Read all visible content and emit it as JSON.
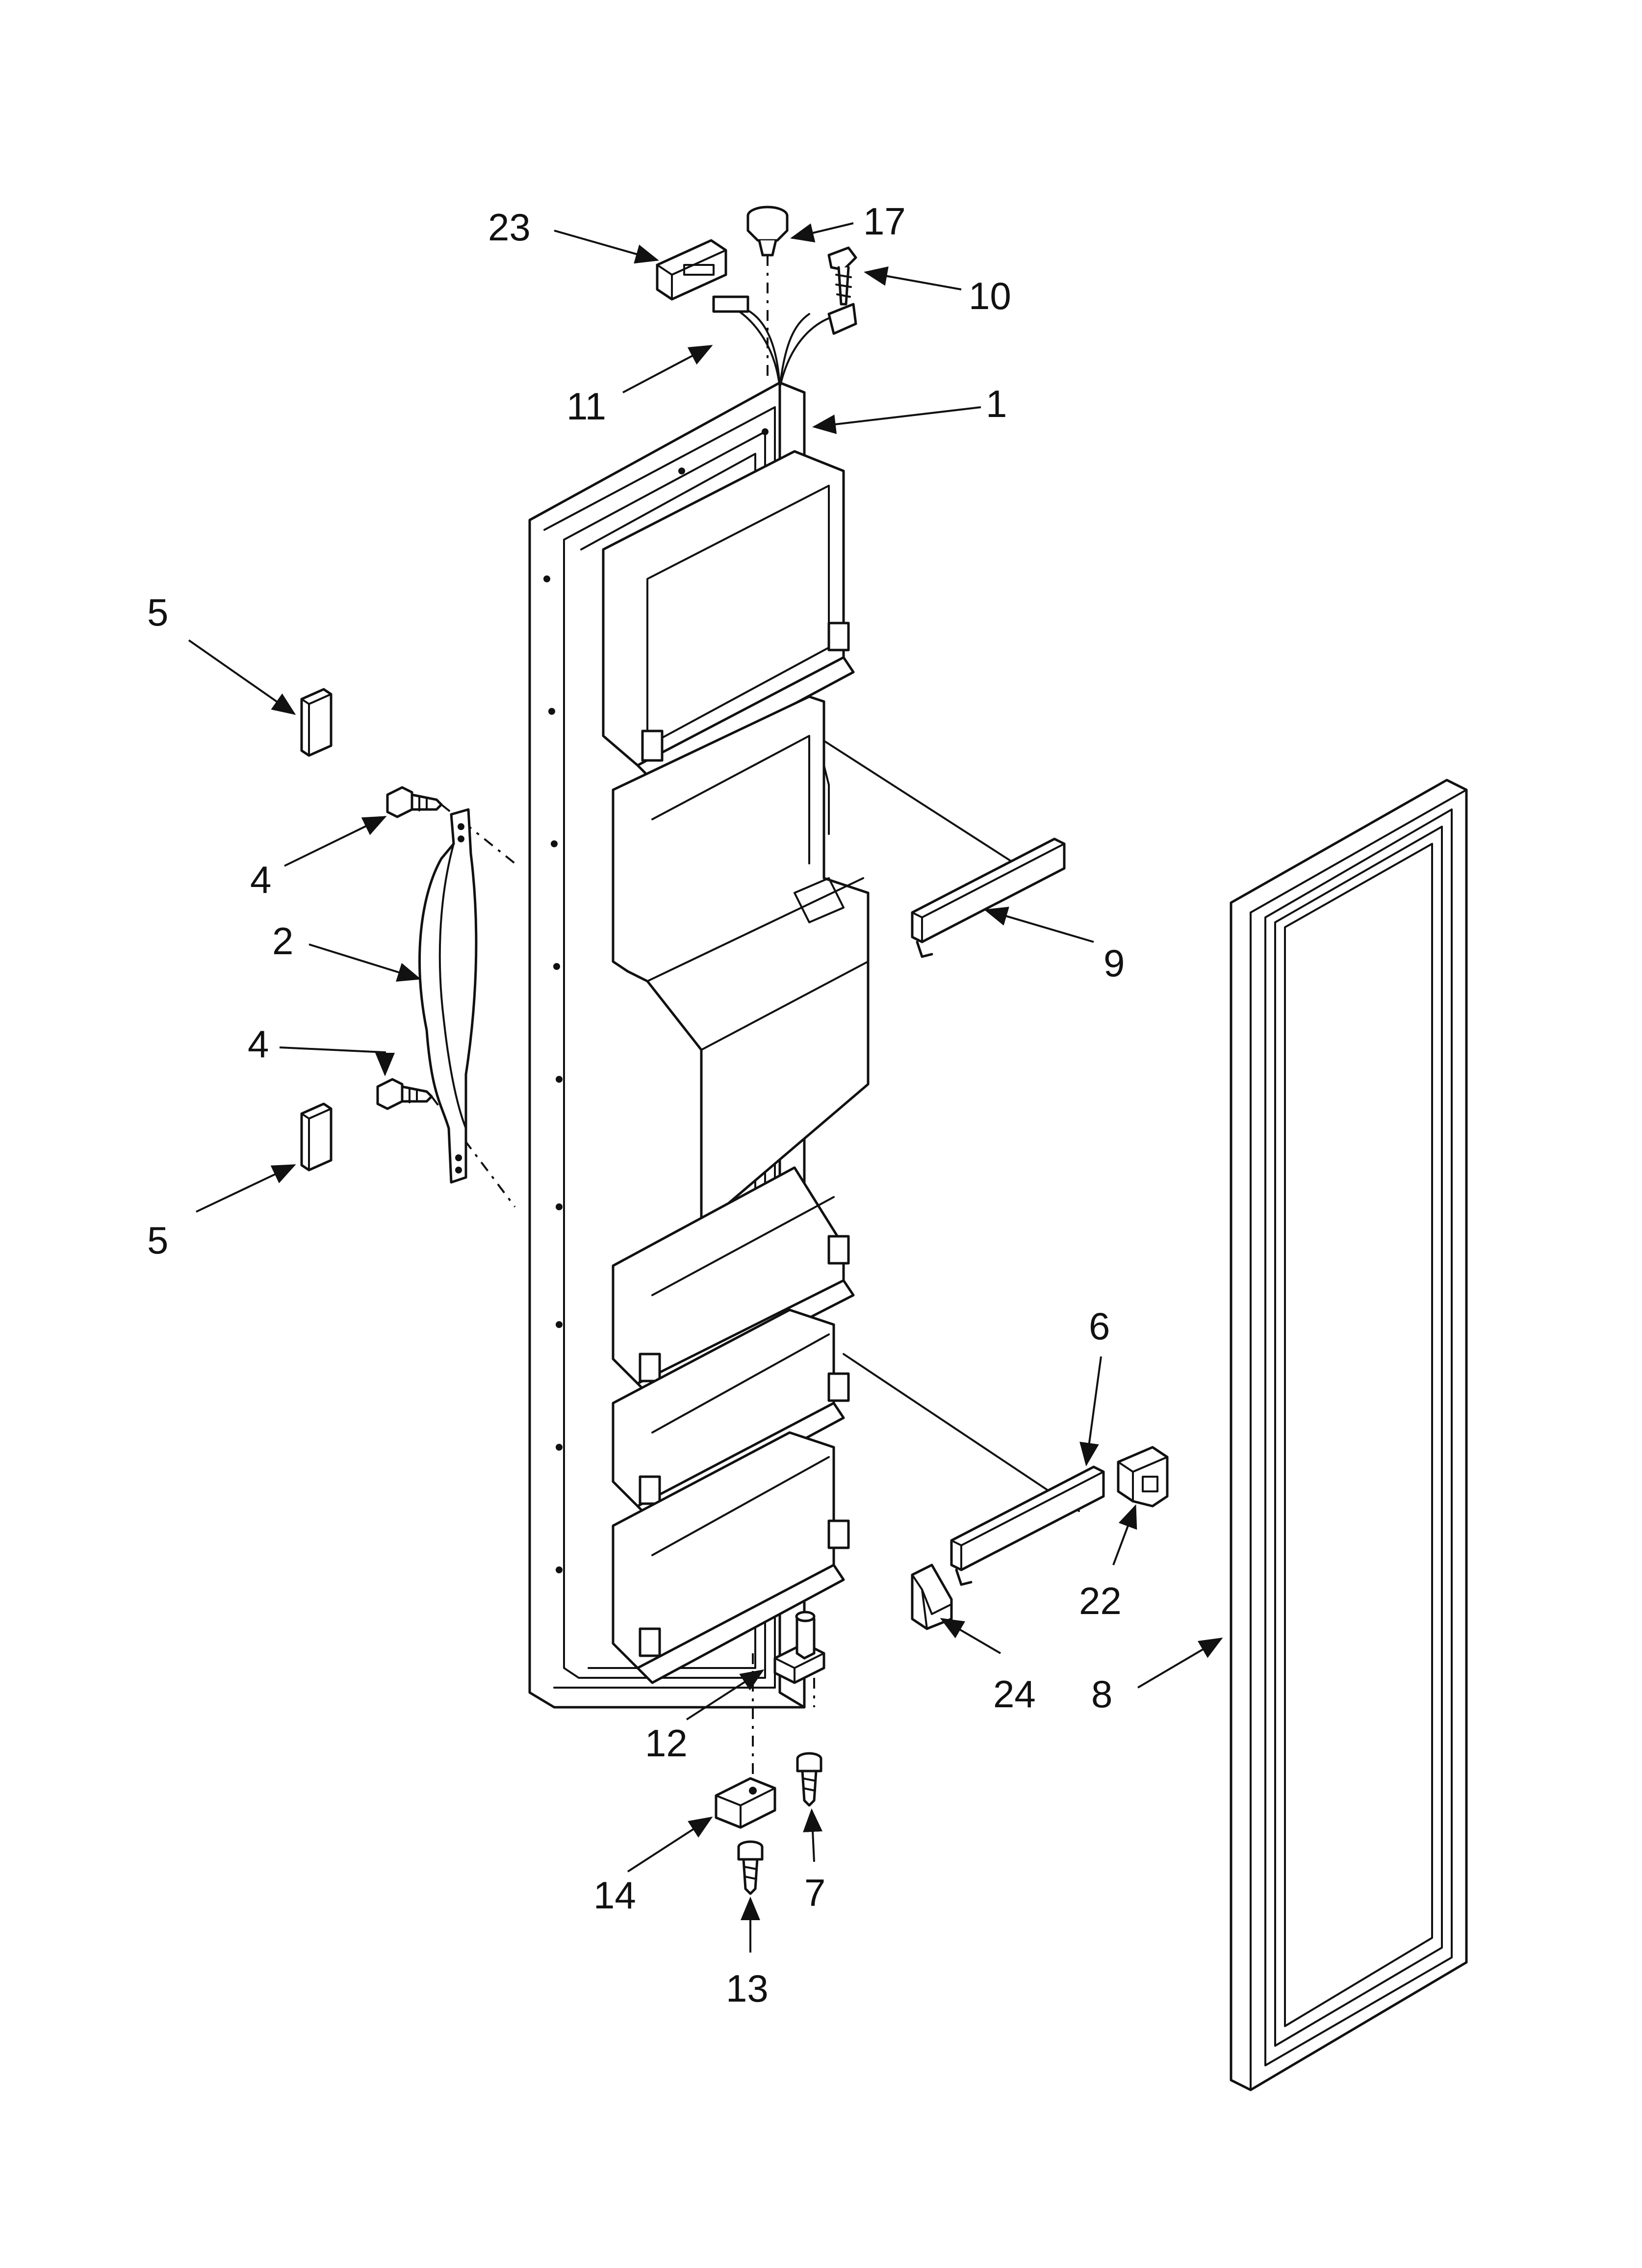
{
  "diagram": {
    "callouts": [
      {
        "id": "c23",
        "label": "23"
      },
      {
        "id": "c17",
        "label": "17"
      },
      {
        "id": "c10",
        "label": "10"
      },
      {
        "id": "c11",
        "label": "11"
      },
      {
        "id": "c1",
        "label": "1"
      },
      {
        "id": "c5a",
        "label": "5"
      },
      {
        "id": "c4a",
        "label": "4"
      },
      {
        "id": "c2",
        "label": "2"
      },
      {
        "id": "c9",
        "label": "9"
      },
      {
        "id": "c4b",
        "label": "4"
      },
      {
        "id": "c5b",
        "label": "5"
      },
      {
        "id": "c6",
        "label": "6"
      },
      {
        "id": "c22",
        "label": "22"
      },
      {
        "id": "c24",
        "label": "24"
      },
      {
        "id": "c8",
        "label": "8"
      },
      {
        "id": "c12",
        "label": "12"
      },
      {
        "id": "c14",
        "label": "14"
      },
      {
        "id": "c7",
        "label": "7"
      },
      {
        "id": "c13",
        "label": "13"
      }
    ]
  }
}
